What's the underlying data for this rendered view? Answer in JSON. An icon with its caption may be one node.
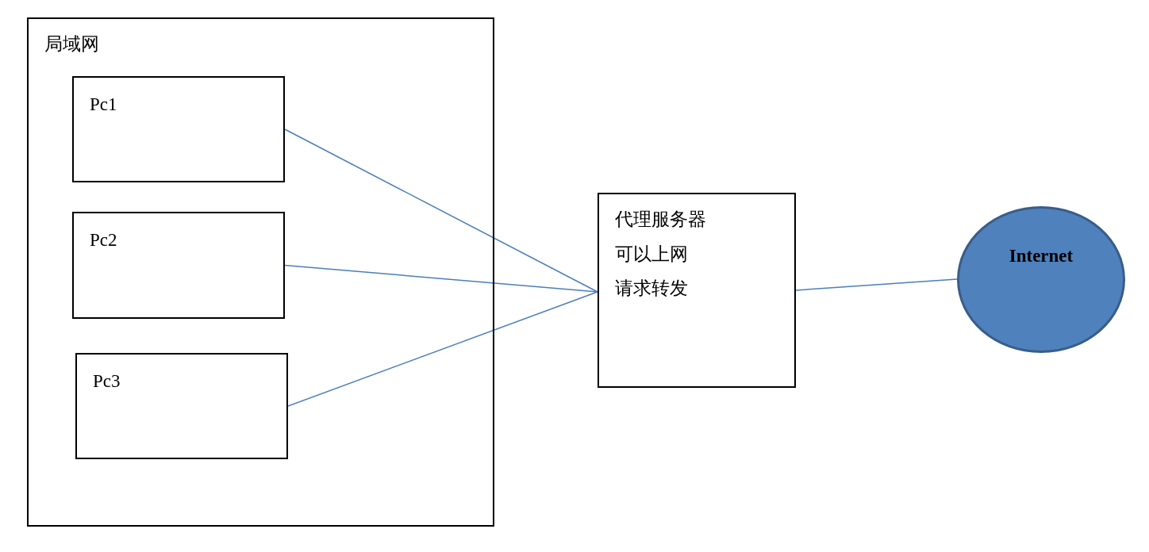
{
  "diagram": {
    "nodes": [
      {
        "text": [
          "局域网"
        ]
      },
      {
        "text": [
          "Pc1"
        ],
        "in": 0
      },
      {
        "text": [
          "Pc2"
        ],
        "in": 0
      },
      {
        "text": [
          "Pc3"
        ],
        "in": 0
      },
      {
        "text": [
          "代理服务器",
          "可以上网",
          "请求转发"
        ]
      },
      {
        "text": [
          "Internet"
        ]
      }
    ],
    "edges": [
      {
        "from": 1,
        "to": 4,
        "arrow": "none"
      },
      {
        "from": 2,
        "to": 4,
        "arrow": "none"
      },
      {
        "from": 3,
        "to": 4,
        "arrow": "none"
      },
      {
        "from": 4,
        "to": 5,
        "arrow": "none"
      }
    ]
  }
}
